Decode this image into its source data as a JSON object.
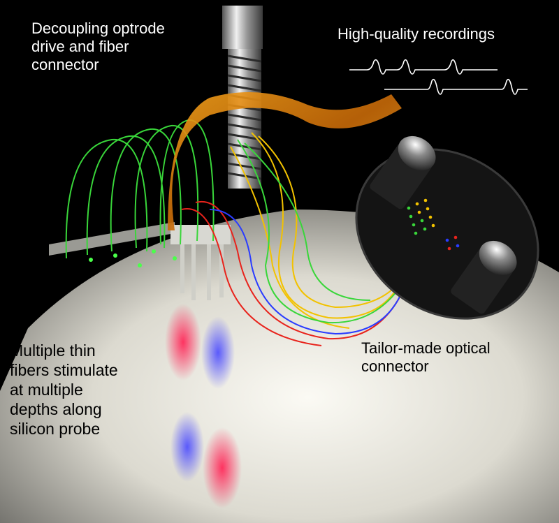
{
  "labels": {
    "drive": {
      "line1": "Decoupling optrode",
      "line2": "drive and fiber",
      "line3": "connector"
    },
    "recordings": {
      "text": "High-quality recordings"
    },
    "fibers": {
      "line1": "Multiple thin",
      "line2": "fibers stimulate",
      "line3": "at multiple",
      "line4": "depths along",
      "line5": "silicon probe"
    },
    "connector": {
      "line1": "Tailor-made optical",
      "line2": "connector"
    }
  },
  "colors": {
    "background": "#000000",
    "brain": "#e8e6de",
    "fiber_green": "#39d63a",
    "fiber_yellow": "#f2c200",
    "fiber_red": "#e8231c",
    "fiber_blue": "#2a3cff",
    "flex_cable": "#d98a12",
    "waveform": "#ffffff"
  },
  "icons": {
    "screw": "threaded-screw-icon",
    "connector": "optical-connector-icon",
    "waveforms": "spike-waveform-icon"
  }
}
